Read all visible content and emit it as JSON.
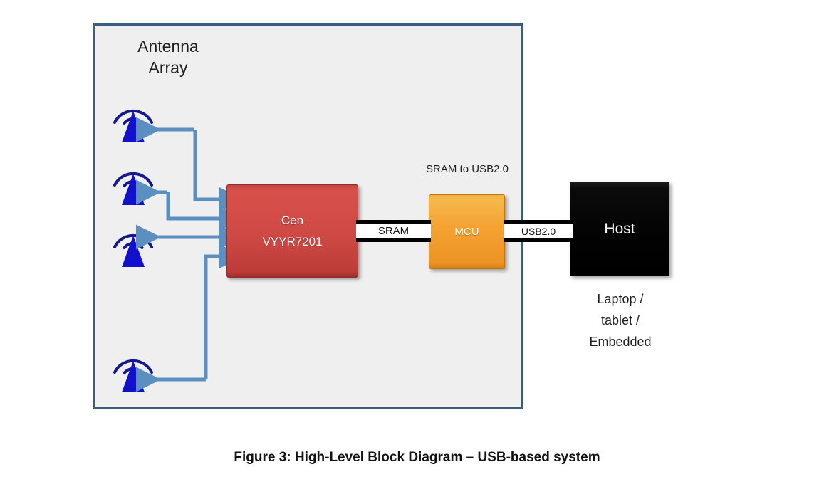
{
  "figure": {
    "caption": "Figure 3: High-Level Block Diagram – USB-based system"
  },
  "diagram": {
    "enclosure_label": "system-enclosure",
    "antenna_group": {
      "title": "Antenna\nArray",
      "count": 4,
      "elements": [
        {
          "name": "antenna-1"
        },
        {
          "name": "antenna-2"
        },
        {
          "name": "antenna-3"
        },
        {
          "name": "antenna-4"
        }
      ]
    },
    "blocks": {
      "cen": {
        "label": "Cen\nVYYR7201",
        "color": "#cf4a45"
      },
      "mcu": {
        "label": "MCU",
        "color": "#f4a232"
      },
      "host": {
        "label": "Host",
        "color": "#000000",
        "caption": "Laptop /\ntablet /\nEmbedded"
      }
    },
    "buses": {
      "sram": {
        "label": "SRAM"
      },
      "usb": {
        "label": "USB2.0"
      }
    },
    "annotations": {
      "bridge": "SRAM to USB2.0"
    },
    "colors": {
      "enclosure_border": "#3d5d7d",
      "enclosure_fill": "#efefef",
      "antenna_fill": "#1111cc",
      "antenna_arc": "#16168f",
      "connector": "#5b8fc0",
      "bus_line": "#000000"
    }
  }
}
